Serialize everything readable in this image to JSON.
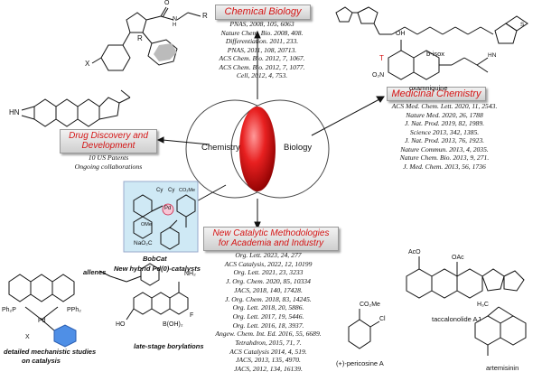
{
  "center": {
    "left_label": "Chemistry",
    "right_label": "Biology"
  },
  "chemical_biology": {
    "title": "Chemical Biology",
    "refs": [
      "PNAS, 2008, 105, 6063",
      "Nature Chem. Bio. 2008, 408.",
      "Differentiation. 2011, 233.",
      "PNAS, 2011, 108, 20713.",
      "ACS Chem. Bio. 2012, 7, 1067.",
      "ACS Chem. Bio. 2012, 7, 1077.",
      "Cell, 2012, 4, 753."
    ]
  },
  "medicinal_chemistry": {
    "title": "Medicinal Chemistry",
    "refs": [
      "ACS Med. Chem. Lett. 2020, 11, 2543.",
      "Nature Med. 2020, 26, 1788",
      "J. Nat. Prod. 2019, 82, 1989.",
      "Science 2013, 342, 1385.",
      "J. Nat. Prod. 2013, 76, 1923.",
      "Nature Commun. 2013, 4, 2035.",
      "Nature Chem. Bio. 2013, 9, 271.",
      "J. Med. Chem. 2013, 56, 1736"
    ]
  },
  "drug_discovery": {
    "title_line1": "Drug Discovery and",
    "title_line2": "Development",
    "lines": [
      "10 US Patents",
      "Ongoing collaborations"
    ]
  },
  "catalytic": {
    "title_line1": "New Catalytic Methodologies",
    "title_line2": "for Academia and Industry",
    "refs": [
      "Org. Lett. 2023, 24, 277",
      "ACS Catalysis, 2022, 12, 10199",
      "Org. Lett. 2021, 23, 3233",
      "J. Org. Chem. 2020, 85, 10334",
      "JACS, 2018, 140, 17428.",
      "J. Org. Chem. 2018, 83, 14245.",
      "Org. Lett. 2018, 20, 5886.",
      "Org. Lett. 2017, 19, 5446.",
      "Org. Lett. 2016, 18, 3937.",
      "Angew. Chem. Int. Ed. 2016, 55, 6689.",
      "Tetrahdron, 2015, 71, 7.",
      "ACS Catalysis 2014, 4, 519.",
      "JACS, 2013, 135, 4970.",
      "JACS, 2012, 134, 16139."
    ]
  },
  "captions": {
    "bisox": "b-isox",
    "oxamniquine": "oxamniquine",
    "taccalonolide": "taccalonolide AJ",
    "pericosine": "(+)-pericosine A",
    "artemisinin": "artemisinin",
    "bobcat": "BobCat",
    "hybrid": "New hybrid Pd(0)-catalysts",
    "allenes": "allenes",
    "borylations": "late-stage borylations",
    "mechanistic_line1": "detailed mechanistic studies",
    "mechanistic_line2": "on catalysis"
  },
  "atom_labels": {
    "hn": "HN",
    "x": "X",
    "r": "R",
    "r1": "R",
    "n_amide": "N",
    "h_amide": "H",
    "o": "O",
    "oh": "OH",
    "t": "T",
    "o2n": "O₂N",
    "cy1": "Cy",
    "cy2": "Cy",
    "pd": "Pd",
    "ome": "OMe",
    "co2me_bobcat": "CO₂Me",
    "nao2c": "NaO₂C",
    "co2me": "CO₂Me",
    "cl": "Cl",
    "ph2p": "Ph₂P",
    "pph2": "PPh₂",
    "pd2": "Pd",
    "x2": "X",
    "nh2": "NH₂",
    "f": "F",
    "boh2": "B(OH)₂",
    "ho": "HO",
    "aco": "AcO",
    "oac": "OAc",
    "h3c": "H₃C",
    "s": "S",
    "nh": "HN"
  },
  "colors": {
    "header_text": "#d41414",
    "ellipse_red": "#e01818",
    "bobcat_bg": "#cfe9f5",
    "benzyl": "#3a7bd5"
  }
}
